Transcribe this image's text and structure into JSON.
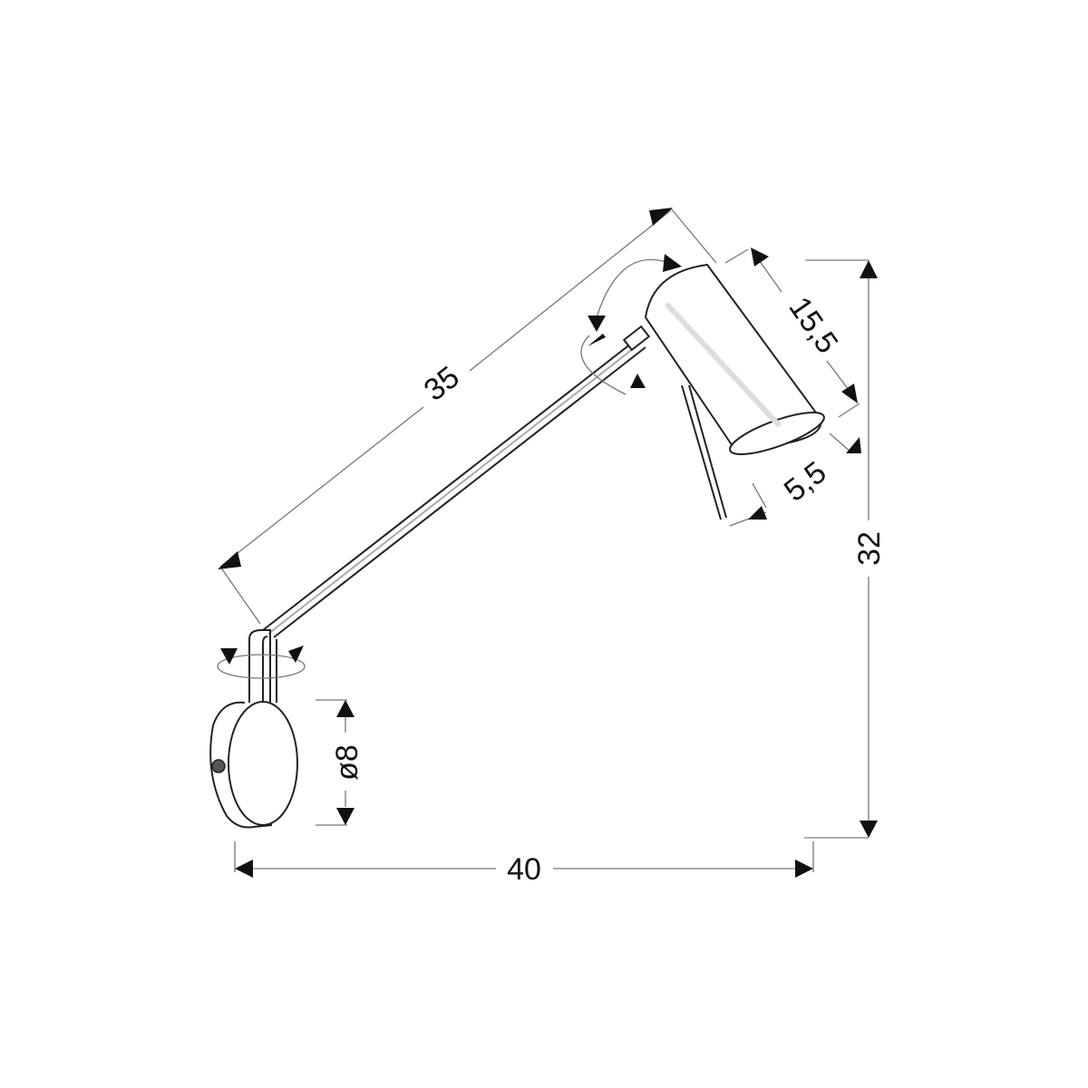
{
  "diagram": {
    "subject": "adjustable wall lamp with arm and cylindrical shade",
    "dimensions": {
      "arm_length": "35",
      "shade_length": "15,5",
      "shade_diameter": "5,5",
      "total_height": "32",
      "total_width": "40",
      "base_diameter": "ø8"
    },
    "colors": {
      "line": "#222222",
      "dimension_line": "#777777",
      "arrow": "#111111",
      "background": "#ffffff"
    }
  }
}
